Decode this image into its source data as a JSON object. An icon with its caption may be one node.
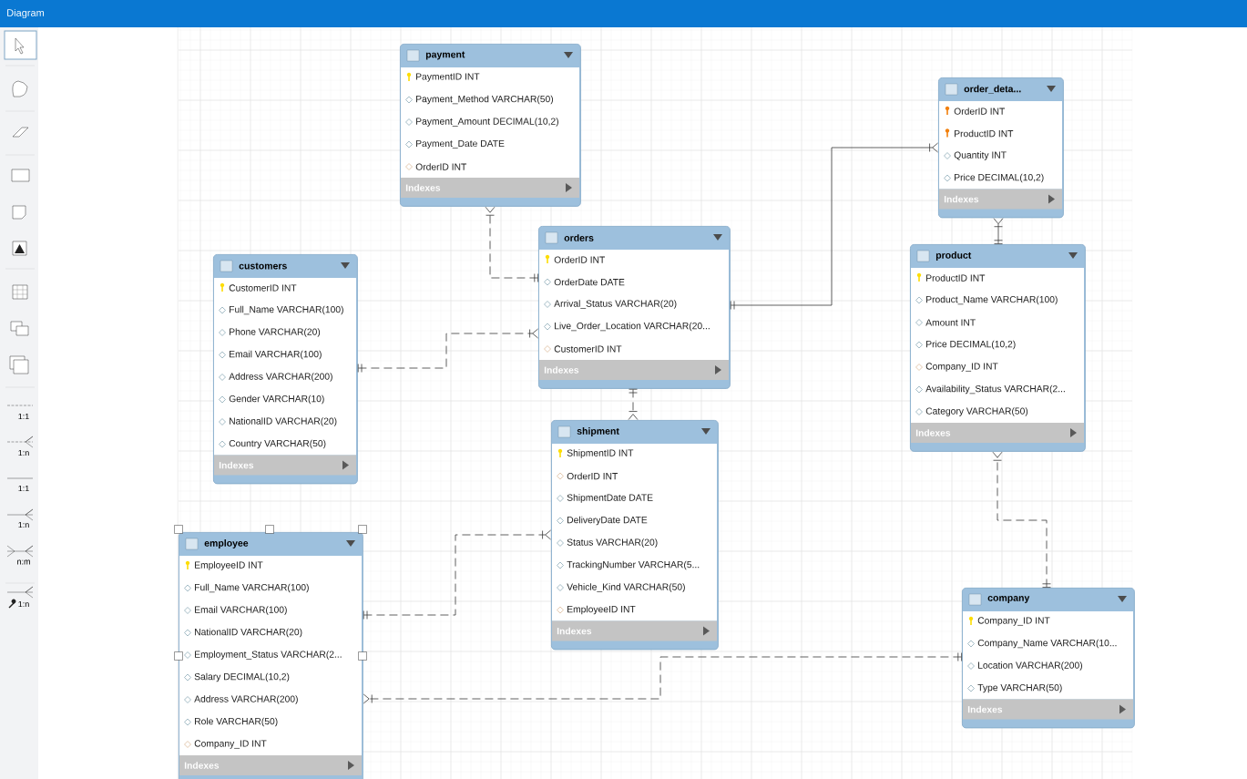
{
  "diagram": {
    "title": "Diagram",
    "nodes": [
      {
        "text": [
          "payment",
          "PaymentID INT",
          "Payment_Method VARCHAR(50)",
          "Payment_Amount DECIMAL(10,2)",
          "Payment_Date DATE",
          "OrderID INT",
          "Indexes"
        ]
      },
      {
        "text": [
          "order_deta...",
          "OrderID INT",
          "ProductID INT",
          "Quantity INT",
          "Price DECIMAL(10,2)",
          "Indexes"
        ]
      },
      {
        "text": [
          "orders",
          "OrderID INT",
          "OrderDate DATE",
          "Arrival_Status VARCHAR(20)",
          "Live_Order_Location VARCHAR(20...",
          "CustomerID INT",
          "Indexes"
        ]
      },
      {
        "text": [
          "customers",
          "CustomerID INT",
          "Full_Name VARCHAR(100)",
          "Phone VARCHAR(20)",
          "Email VARCHAR(100)",
          "Address VARCHAR(200)",
          "Gender VARCHAR(10)",
          "NationalID VARCHAR(20)",
          "Country VARCHAR(50)",
          "Indexes"
        ]
      },
      {
        "text": [
          "product",
          "ProductID INT",
          "Product_Name VARCHAR(100)",
          "Amount INT",
          "Price DECIMAL(10,2)",
          "Company_ID INT",
          "Availability_Status VARCHAR(2...",
          "Category VARCHAR(50)",
          "Indexes"
        ]
      },
      {
        "text": [
          "shipment",
          "ShipmentID INT",
          "OrderID INT",
          "ShipmentDate DATE",
          "DeliveryDate DATE",
          "Status VARCHAR(20)",
          "TrackingNumber VARCHAR(5...",
          "Vehicle_Kind VARCHAR(50)",
          "EmployeeID INT",
          "Indexes"
        ]
      },
      {
        "text": [
          "employee",
          "EmployeeID INT",
          "Full_Name VARCHAR(100)",
          "Email VARCHAR(100)",
          "NationalID VARCHAR(20)",
          "Employment_Status VARCHAR(2...",
          "Salary DECIMAL(10,2)",
          "Address VARCHAR(200)",
          "Role VARCHAR(50)",
          "Company_ID INT",
          "Indexes"
        ]
      },
      {
        "text": [
          "company",
          "Company_ID INT",
          "Company_Name VARCHAR(10...",
          "Location VARCHAR(200)",
          "Type VARCHAR(50)",
          "Indexes"
        ]
      }
    ],
    "edges": [
      {
        "from": 2,
        "to": 0,
        "arrow": "other",
        "style": "dashed"
      },
      {
        "from": 2,
        "to": 1,
        "arrow": "other"
      },
      {
        "from": 3,
        "to": 2,
        "arrow": "other",
        "style": "dashed"
      },
      {
        "from": 2,
        "to": 5,
        "arrow": "other",
        "style": "dashed"
      },
      {
        "from": 6,
        "to": 5,
        "arrow": "other",
        "style": "dashed"
      },
      {
        "from": 4,
        "to": 1,
        "arrow": "other"
      },
      {
        "from": 7,
        "to": 4,
        "arrow": "other",
        "style": "dashed"
      },
      {
        "from": 7,
        "to": 6,
        "arrow": "other",
        "style": "dashed"
      }
    ],
    "labels": [
      "1:1",
      "1:n",
      "1:1",
      "1:n",
      "n:m",
      "1:n"
    ]
  }
}
